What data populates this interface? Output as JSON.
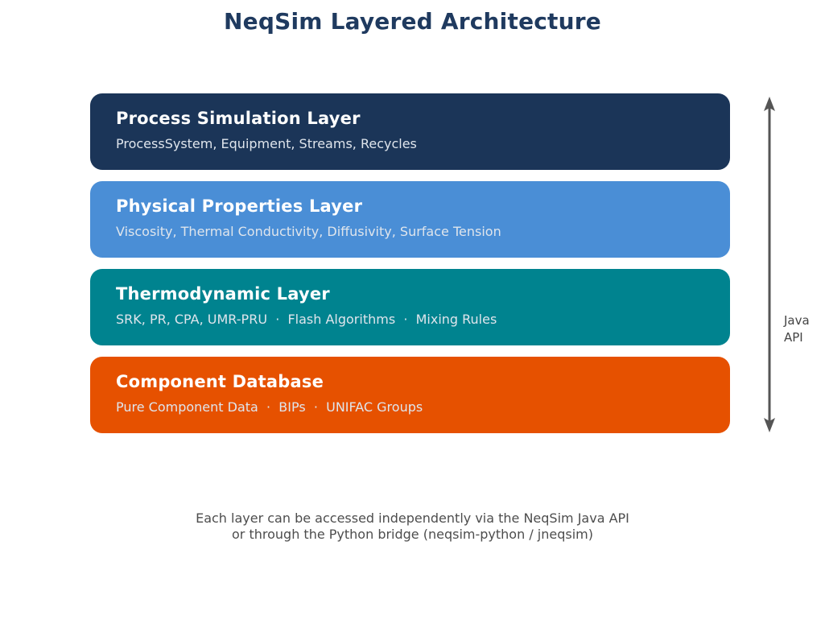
{
  "page_title": "NeqSim Layered Architecture",
  "colors": {
    "title": "#1f3a5f",
    "process_layer": "#1b3558",
    "physical_layer": "#4a8ed6",
    "thermodynamic_layer": "#00838f",
    "component_layer": "#e65100",
    "arrow": "#555555",
    "layer_title_text": "#ffffff",
    "layer_subtitle_text": "#dfe5ec",
    "footer_text": "#4d4d4d"
  },
  "layers": [
    {
      "name": "process-simulation-layer",
      "title": "Process Simulation Layer",
      "subtitle": "ProcessSystem, Equipment, Streams, Recycles"
    },
    {
      "name": "physical-properties-layer",
      "title": "Physical Properties Layer",
      "subtitle": "Viscosity, Thermal Conductivity, Diffusivity, Surface Tension"
    },
    {
      "name": "thermodynamic-layer",
      "title": "Thermodynamic Layer",
      "subtitle": "SRK, PR, CPA, UMR-PRU  ·  Flash Algorithms  ·  Mixing Rules"
    },
    {
      "name": "component-database-layer",
      "title": "Component Database",
      "subtitle": "Pure Component Data  ·  BIPs  ·  UNIFAC Groups"
    }
  ],
  "api_arrow": {
    "icon": "double-headed-vertical-arrow-icon",
    "label": "Java\nAPI"
  },
  "footer": {
    "note": "Each layer can be accessed independently via the NeqSim Java API\nor through the Python bridge (neqsim-python / jneqsim)"
  }
}
